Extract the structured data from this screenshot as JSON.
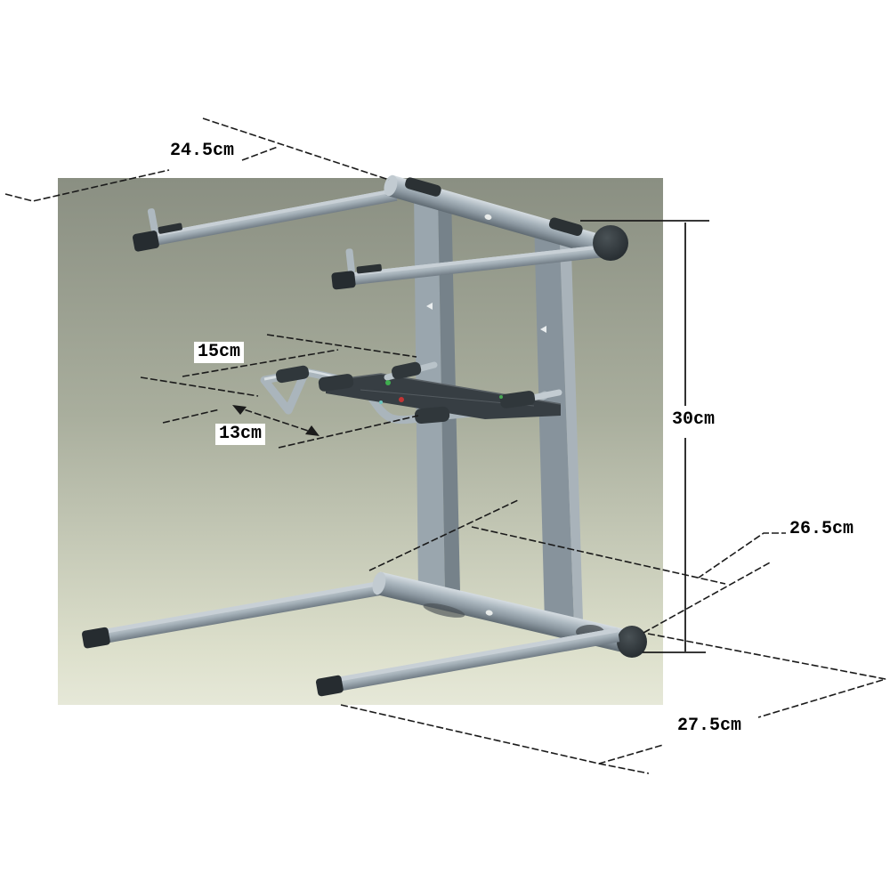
{
  "diagram": {
    "subject": "3D rendered folding laptop stand with dimension annotations on a grey-green backdrop",
    "dimension_labels": [
      {
        "id": "top-arm-length",
        "text": "24.5cm"
      },
      {
        "id": "tray-width",
        "text": "15cm"
      },
      {
        "id": "tray-depth",
        "text": "13cm"
      },
      {
        "id": "stand-height",
        "text": "30cm"
      },
      {
        "id": "base-width",
        "text": "26.5cm"
      },
      {
        "id": "base-leg-length",
        "text": "27.5cm"
      }
    ],
    "colors": {
      "backdrop_top": "#8a8f82",
      "backdrop_bottom": "#e2e4d2",
      "metal_light": "#cdd5da",
      "metal_mid": "#a4b0b8",
      "metal_dark": "#5f6a72",
      "rubber_black": "#2b3134",
      "annotation_line": "#1b1b1b",
      "label_text": "#000000",
      "label_background": "#ffffff"
    }
  }
}
